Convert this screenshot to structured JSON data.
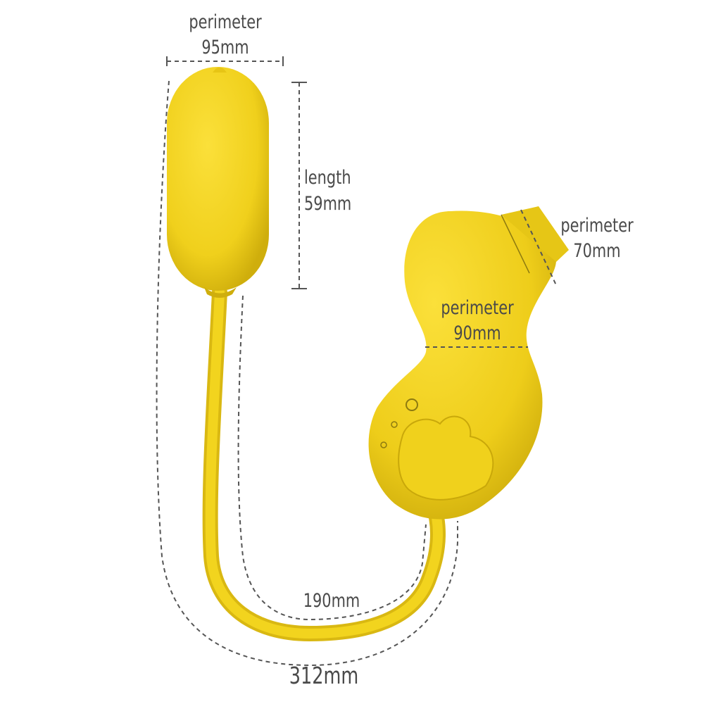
{
  "diagram": {
    "type": "product-dimensions",
    "subject": "yellow duck-shaped device with cord and egg attachment",
    "colors": {
      "body": "#f2d41e",
      "shade": "#d6b610",
      "highlight": "#fde85a",
      "dim_line": "#555555",
      "text": "#4a4a4a"
    }
  },
  "labels": {
    "egg_perimeter": {
      "title": "perimeter",
      "value": "95mm"
    },
    "egg_length": {
      "title": "length",
      "value": "59mm"
    },
    "tip_perimeter": {
      "title": "perimeter",
      "value": "70mm"
    },
    "neck_perimeter": {
      "title": "perimeter",
      "value": "90mm"
    },
    "cord_inner": {
      "value": "190mm"
    },
    "total_length": {
      "value": "312mm"
    }
  }
}
